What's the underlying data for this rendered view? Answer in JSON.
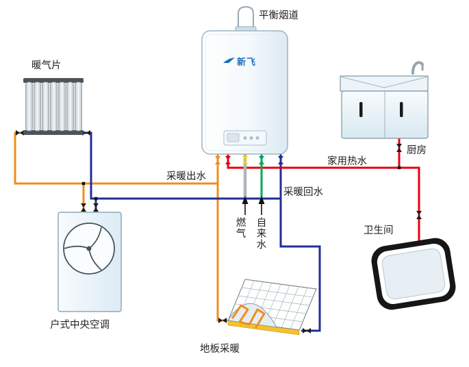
{
  "labels": {
    "flue": "平衡烟道",
    "radiator": "暖气片",
    "kitchen": "厨房",
    "bathroom": "卫生间",
    "central_ac": "户式中央空调",
    "floor_heating": "地板采暖",
    "heating_supply": "采暖出水",
    "heating_return": "采暖回水",
    "domestic_hot_water": "家用热水",
    "gas": "燃气",
    "tap_water": "自来水",
    "boiler_brand": "新飞"
  },
  "colors": {
    "heating_supply": "#F28C1E",
    "heating_return": "#1F2E9B",
    "hot_water": "#E60012",
    "gas_pipe": "#AEB6BA",
    "gas_valve": "#FFD100",
    "tap_water": "#00A651",
    "valve": "#1A1A1A",
    "label": "#222222",
    "brand": "#1E6FBF"
  }
}
